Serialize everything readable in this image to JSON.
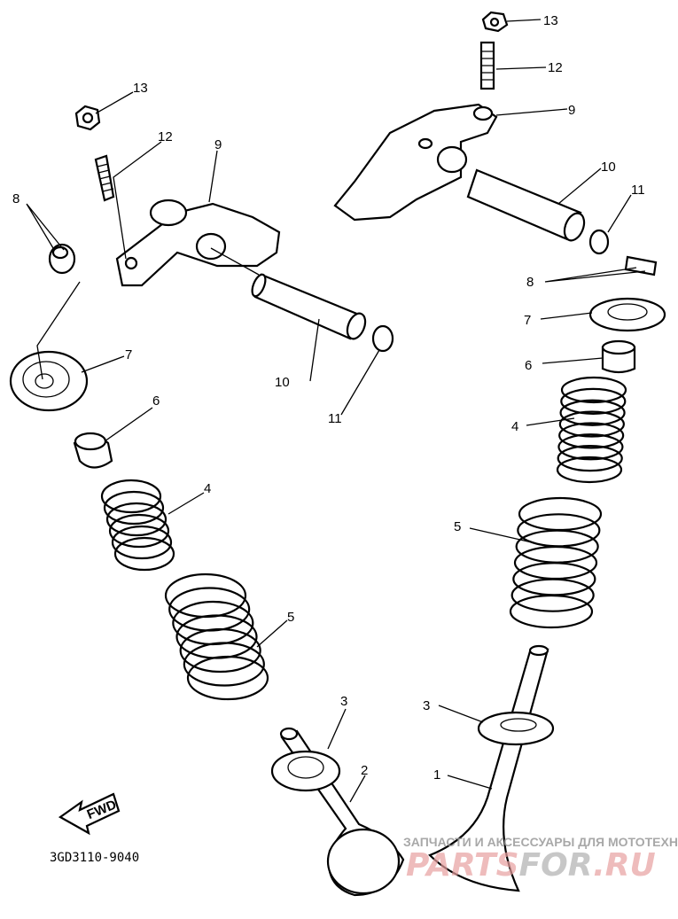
{
  "diagram": {
    "part_code": "3GD3110-9040",
    "fwd_label": "FWD",
    "labels": {
      "l13": "13",
      "l12": "12",
      "l9": "9",
      "l8": "8",
      "l7": "7",
      "l10": "10",
      "l11": "11",
      "l6": "6",
      "l4": "4",
      "l5": "5",
      "l3": "3",
      "l2": "2",
      "r13": "13",
      "r12": "12",
      "r9": "9",
      "r10": "10",
      "r11": "11",
      "r8": "8",
      "r7": "7",
      "r6": "6",
      "r4": "4",
      "r5": "5",
      "r3": "3",
      "r1": "1"
    }
  },
  "watermark": {
    "tagline": "ЗАПЧАСТИ И АКСЕССУАРЫ ДЛЯ МОТОТЕХНИКИ",
    "brand_part1": "PARTS",
    "brand_part2": "FOR",
    "brand_part3": ".RU",
    "brand_color": "#e8a0a0",
    "brand_mid_color": "#b0b0b0"
  }
}
